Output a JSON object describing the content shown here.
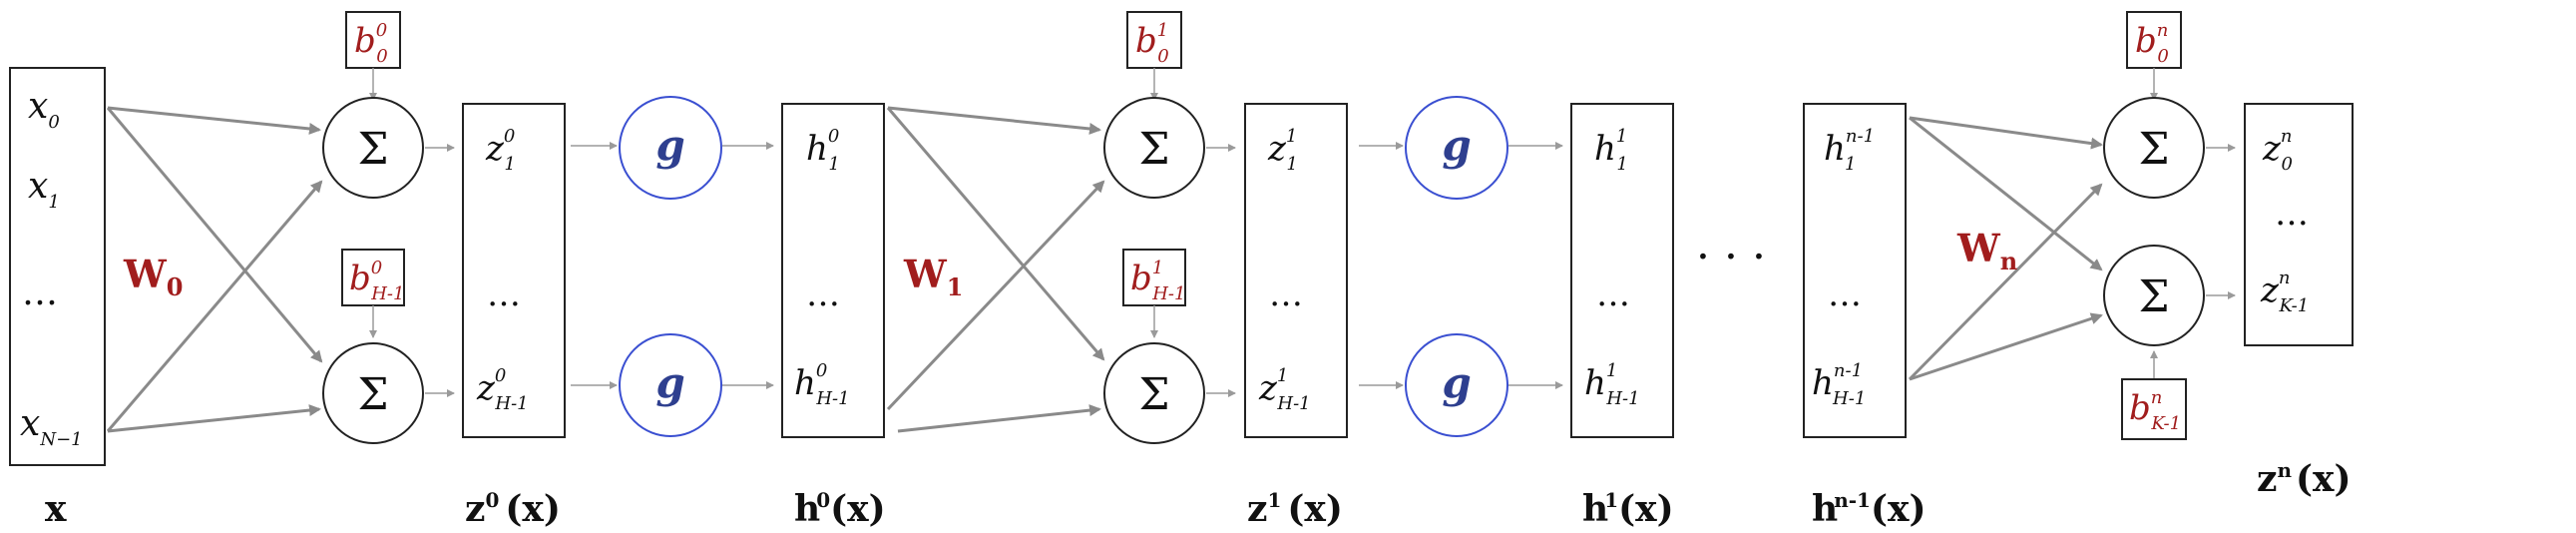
{
  "input": {
    "x0": "x",
    "x0_sub": "0",
    "x1": "x",
    "x1_sub": "1",
    "xdots": "…",
    "xN": "x",
    "xN_sub": "N−1",
    "label": "x"
  },
  "weights": {
    "w0": "W",
    "w0_sub": "0",
    "w1": "W",
    "w1_sub": "1",
    "wn": "W",
    "wn_sub": "n"
  },
  "sum_symbol": "Σ",
  "act_symbol": "g",
  "layer0": {
    "bias_top": "b",
    "bias_top_sup": "0",
    "bias_top_sub": "0",
    "bias_bot": "b",
    "bias_bot_sup": "0",
    "bias_bot_sub": "H-1",
    "z_top": "z",
    "z_top_sup": "0",
    "z_top_sub": "1",
    "z_bot": "z",
    "z_bot_sup": "0",
    "z_bot_sub": "H-1",
    "z_dots": "…",
    "z_label": "z",
    "z_label_sup": "0",
    "z_label_arg": "(x)",
    "h_top": "h",
    "h_top_sup": "0",
    "h_top_sub": "1",
    "h_bot": "h",
    "h_bot_sup": "0",
    "h_bot_sub": "H-1",
    "h_dots": "…",
    "h_label": "h",
    "h_label_sup": "0",
    "h_label_arg": "(x)"
  },
  "layer1": {
    "bias_top": "b",
    "bias_top_sup": "1",
    "bias_top_sub": "0",
    "bias_bot": "b",
    "bias_bot_sup": "1",
    "bias_bot_sub": "H-1",
    "z_top": "z",
    "z_top_sup": "1",
    "z_top_sub": "1",
    "z_bot": "z",
    "z_bot_sup": "1",
    "z_bot_sub": "H-1",
    "z_dots": "…",
    "z_label": "z",
    "z_label_sup": "1",
    "z_label_arg": "(x)",
    "h_top": "h",
    "h_top_sup": "1",
    "h_top_sub": "1",
    "h_bot": "h",
    "h_bot_sup": "1",
    "h_bot_sub": "H-1",
    "h_dots": "…",
    "h_label": "h",
    "h_label_sup": "1",
    "h_label_arg": "(x)"
  },
  "middle_dots": "· · ·",
  "layerN": {
    "h_top": "h",
    "h_top_sup": "n-1",
    "h_top_sub": "1",
    "h_bot": "h",
    "h_bot_sup": "n-1",
    "h_bot_sub": "H-1",
    "h_dots": "…",
    "h_label": "h",
    "h_label_sup": "n-1",
    "h_label_arg": "(x)",
    "bias_top": "b",
    "bias_top_sup": "n",
    "bias_top_sub": "0",
    "bias_bot": "b",
    "bias_bot_sup": "n",
    "bias_bot_sub": "K-1",
    "z_top": "z",
    "z_top_sup": "n",
    "z_top_sub": "0",
    "z_bot": "z",
    "z_bot_sup": "n",
    "z_bot_sub": "K-1",
    "z_dots": "…",
    "z_label": "z",
    "z_label_sup": "n",
    "z_label_arg": "(x)"
  },
  "colors": {
    "weight_red": "#a11d1d",
    "activation_blue": "#3a4fd1",
    "arrow_gray": "#8a8a8a"
  }
}
